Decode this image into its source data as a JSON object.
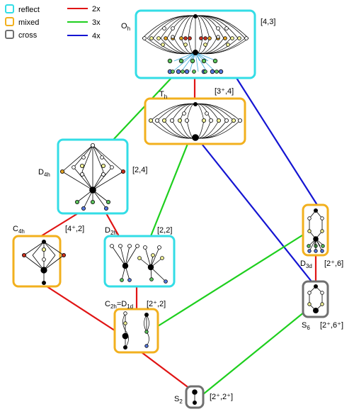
{
  "legend": {
    "boxes": [
      {
        "label": "reflect",
        "color": "#33dde6"
      },
      {
        "label": "mixed",
        "color": "#f2b01e"
      },
      {
        "label": "cross",
        "color": "#707070"
      }
    ],
    "lines": [
      {
        "label": "2x",
        "color": "#e01414"
      },
      {
        "label": "3x",
        "color": "#1ecf1e"
      },
      {
        "label": "4x",
        "color": "#1414d2"
      }
    ]
  },
  "colors": {
    "reflect": "#33dde6",
    "mixed": "#f2b01e",
    "cross": "#707070",
    "red": "#e01414",
    "green": "#1ecf1e",
    "blue": "#1414d2",
    "node_yellow": "#f4f49a",
    "node_orange": "#e0a020",
    "node_red": "#c8321e",
    "node_green": "#5cc35c",
    "node_blue": "#5577dd"
  },
  "groups": [
    {
      "id": "Oh",
      "name": "O",
      "sub": "h",
      "notation": "[4,3]",
      "type": "reflect"
    },
    {
      "id": "Th",
      "name": "T",
      "sub": "h",
      "notation": "[3⁺,4]",
      "type": "mixed"
    },
    {
      "id": "D4h",
      "name": "D",
      "sub": "4h",
      "notation": "[2,4]",
      "type": "reflect"
    },
    {
      "id": "C4h",
      "name": "C",
      "sub": "4h",
      "notation": "[4⁺,2]",
      "type": "mixed"
    },
    {
      "id": "D2h",
      "name": "D",
      "sub": "2h",
      "notation": "[2,2]",
      "type": "reflect"
    },
    {
      "id": "D3d",
      "name": "D",
      "sub": "3d",
      "notation": "[2⁺,6]",
      "type": "mixed"
    },
    {
      "id": "C2h",
      "name": "C",
      "sub": "2h",
      "name2": "=D",
      "sub2": "1d",
      "notation": "[2⁺,2]",
      "type": "mixed"
    },
    {
      "id": "S6",
      "name": "S",
      "sub": "6",
      "notation": "[2⁺,6⁺]",
      "type": "cross"
    },
    {
      "id": "S2",
      "name": "S",
      "sub": "2",
      "notation": "[2⁺,2⁺]",
      "type": "cross"
    }
  ],
  "edges": [
    {
      "from": "Oh",
      "to": "Th",
      "color": "red"
    },
    {
      "from": "Oh",
      "to": "D4h",
      "color": "green"
    },
    {
      "from": "Oh",
      "to": "D3d",
      "color": "blue"
    },
    {
      "from": "Th",
      "to": "D2h",
      "color": "green"
    },
    {
      "from": "Th",
      "to": "S6",
      "color": "blue"
    },
    {
      "from": "D4h",
      "to": "C4h",
      "color": "red"
    },
    {
      "from": "D4h",
      "to": "D2h",
      "color": "red"
    },
    {
      "from": "C4h",
      "to": "C2h",
      "color": "red"
    },
    {
      "from": "D2h",
      "to": "C2h",
      "color": "red"
    },
    {
      "from": "D3d",
      "to": "C2h",
      "color": "green"
    },
    {
      "from": "D3d",
      "to": "S6",
      "color": "red"
    },
    {
      "from": "C2h",
      "to": "S2",
      "color": "red"
    },
    {
      "from": "S6",
      "to": "S2",
      "color": "green"
    }
  ]
}
